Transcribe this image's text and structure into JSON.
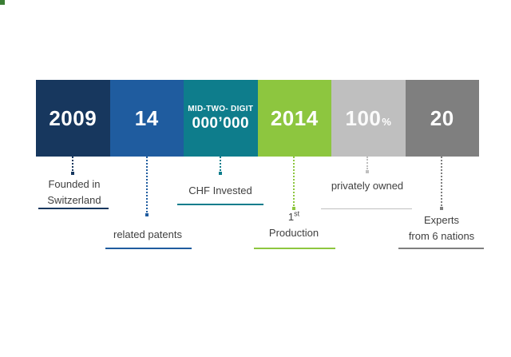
{
  "corner_accent_color": "#3a7d33",
  "blocks": [
    {
      "value": "2009",
      "color": "#17375E"
    },
    {
      "value": "14",
      "color": "#1F5C9F"
    },
    {
      "value_label": "MID-TWO- DIGIT",
      "value": "000’000",
      "color": "#0E7D8C"
    },
    {
      "value": "2014",
      "color": "#8DC63F"
    },
    {
      "value": "100",
      "suffix": "%",
      "color": "#BFBFBF"
    },
    {
      "value": "20",
      "color": "#7F7F7F"
    }
  ],
  "callouts": [
    {
      "line1": "Founded in",
      "line2": "Switzerland"
    },
    {
      "line1": "related patents"
    },
    {
      "line1": "CHF Invested"
    },
    {
      "num": "1",
      "sup": "st",
      "line2": "Production"
    },
    {
      "line1": "privately owned"
    },
    {
      "line1": "Experts",
      "line2": "from 6 nations"
    }
  ]
}
